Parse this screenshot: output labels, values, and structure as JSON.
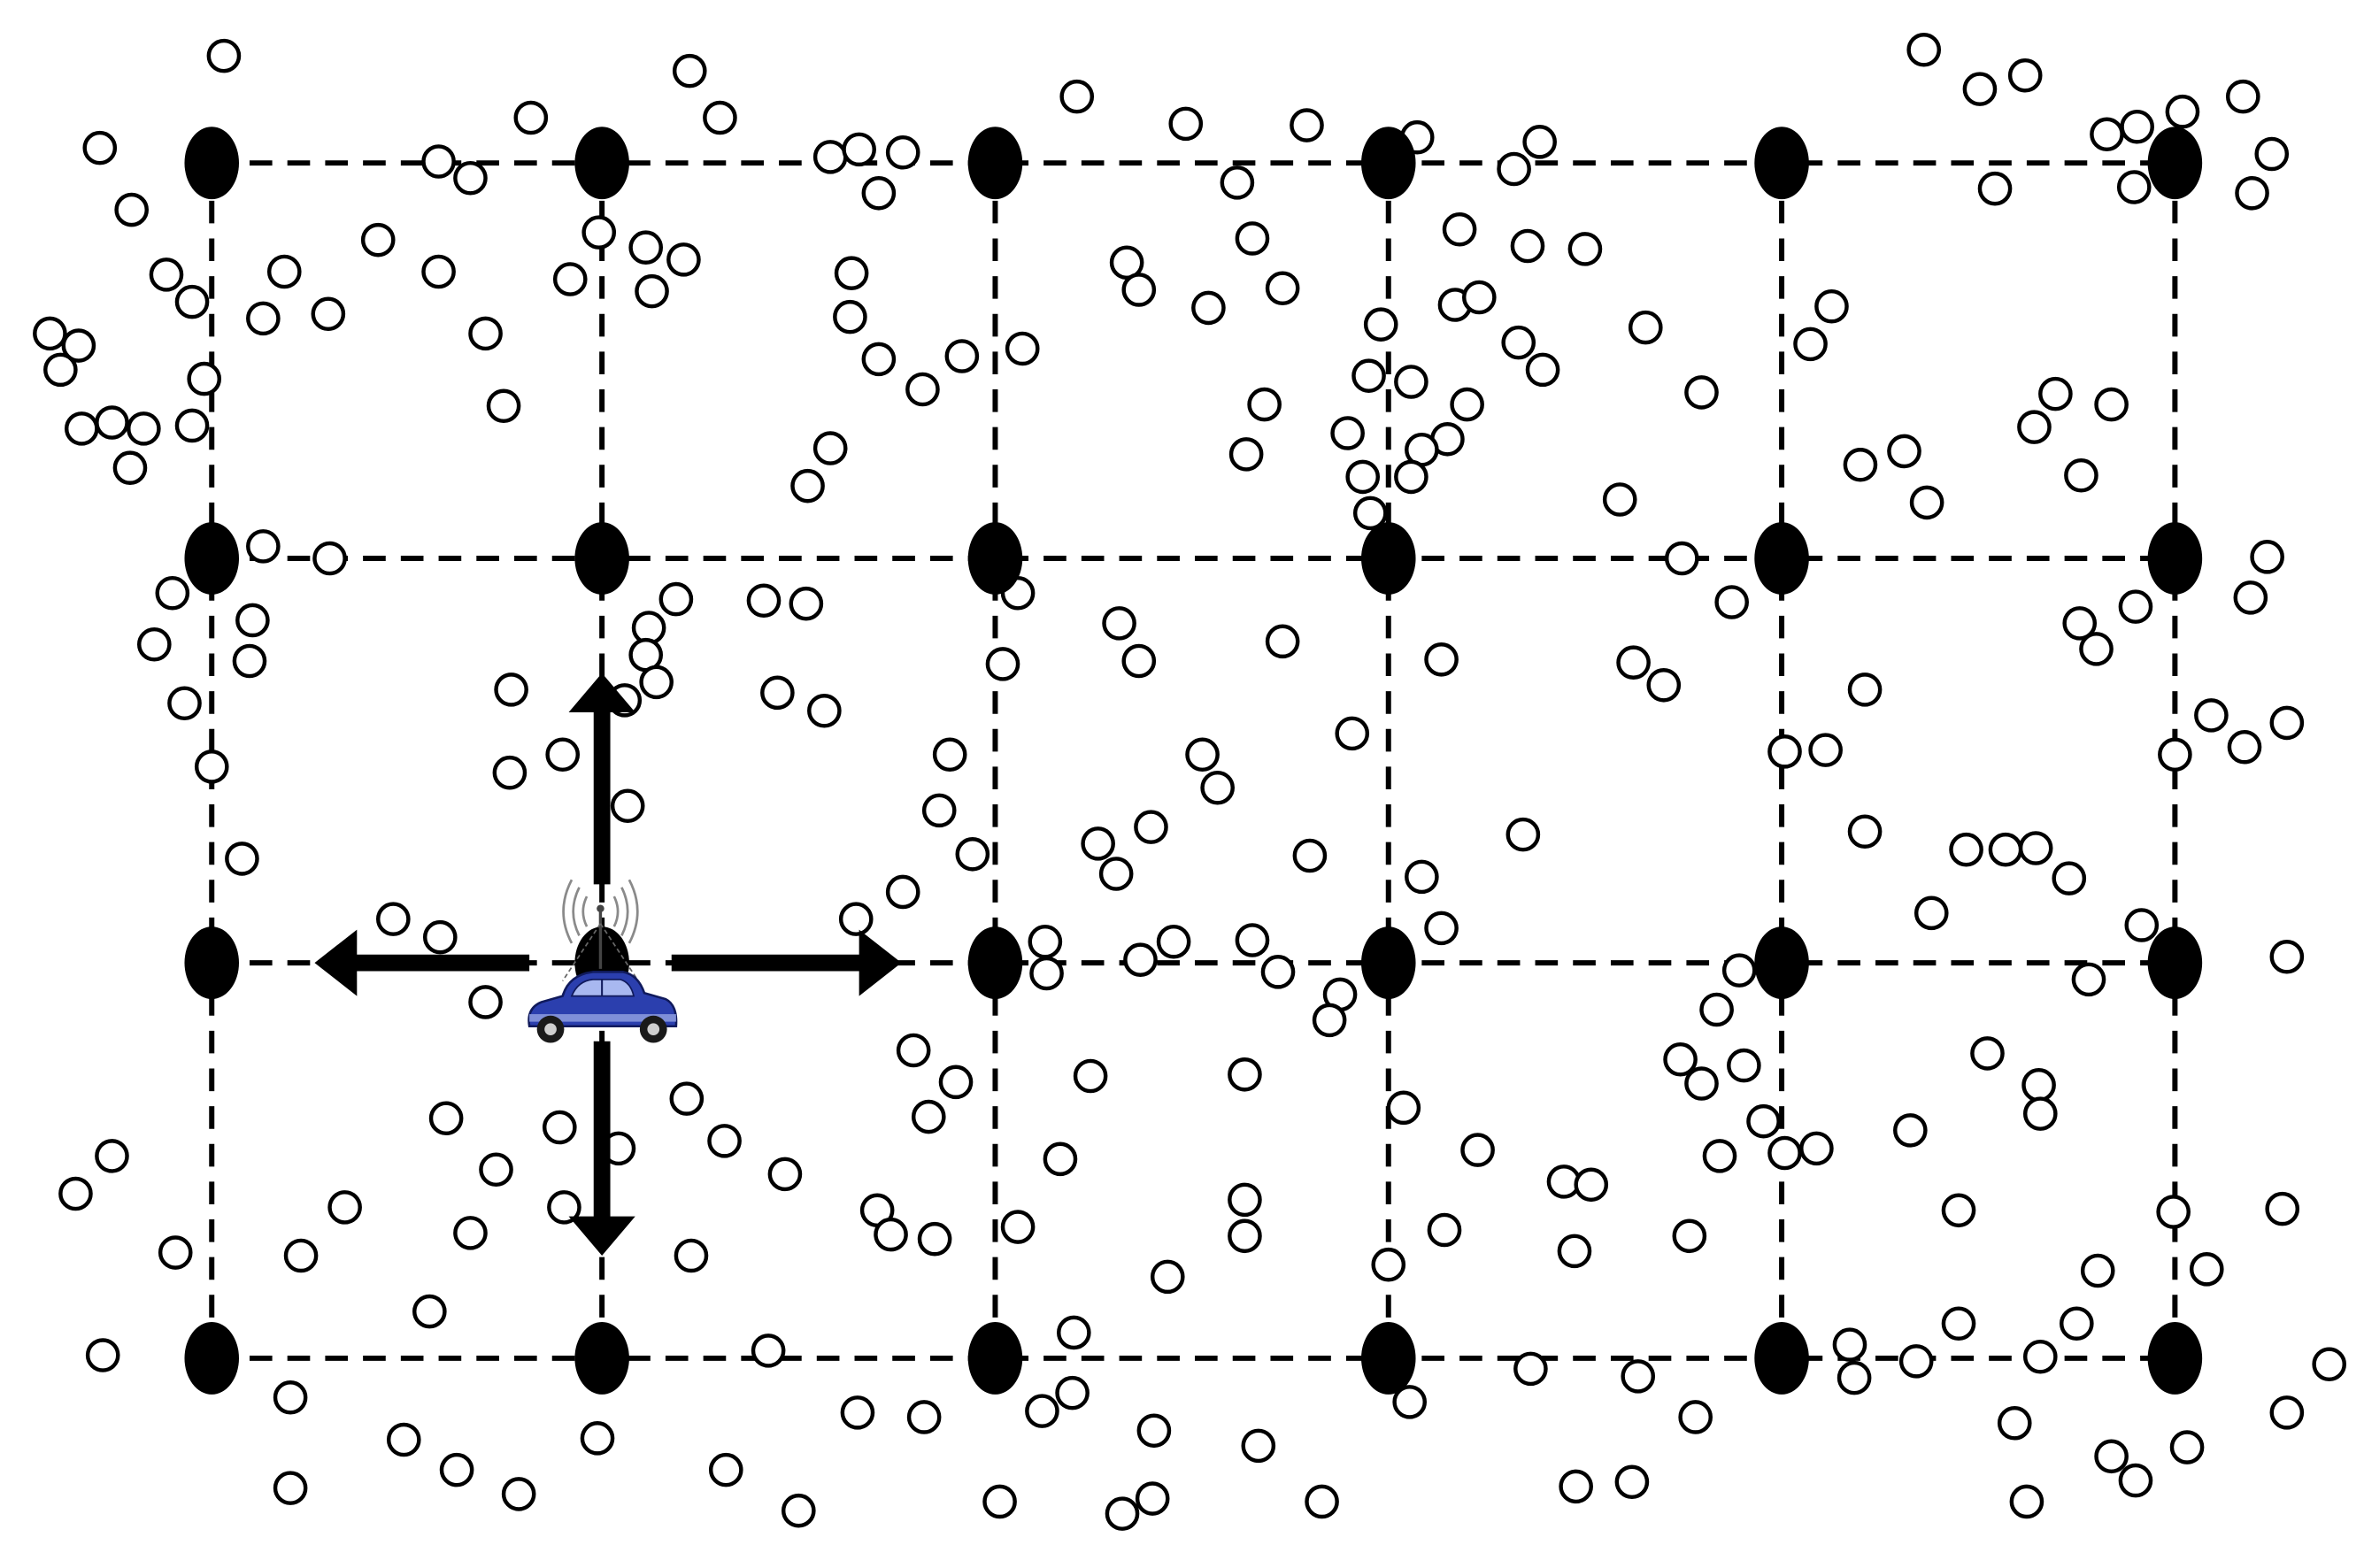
{
  "grid": {
    "columns": 6,
    "rows": 4
  },
  "sensor_field": {
    "description_visible": false
  },
  "mobile_sink": {
    "icon": "car-with-antenna-icon",
    "body_color": "#2b3fae",
    "movement_directions": [
      "up",
      "down",
      "left",
      "right"
    ]
  },
  "colors": {
    "grid_node": "#000000",
    "sensor_node_fill": "#ffffff",
    "sensor_node_stroke": "#000000",
    "grid_line": "#000000"
  }
}
